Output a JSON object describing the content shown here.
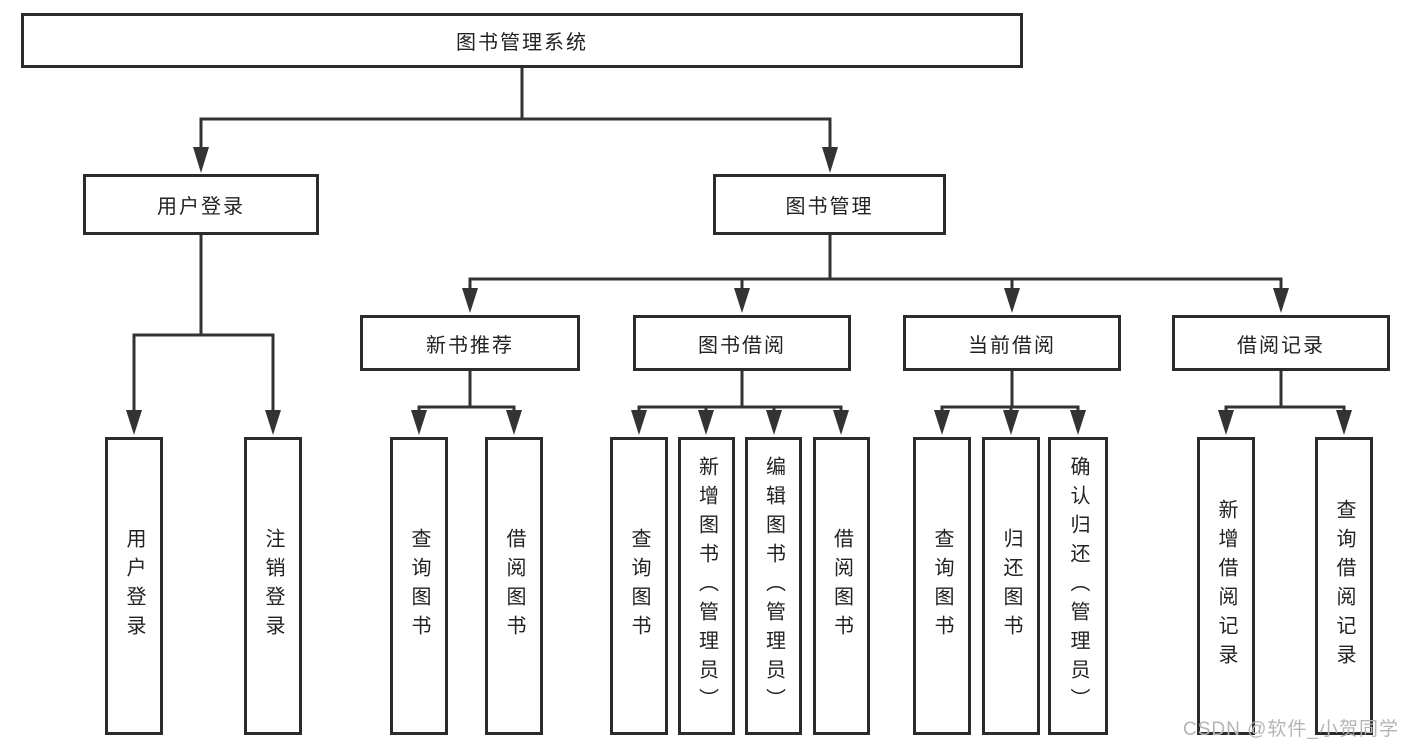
{
  "diagram": {
    "root": "图书管理系统",
    "branches": [
      {
        "label": "用户登录",
        "children": [
          "用户登录",
          "注销登录"
        ]
      },
      {
        "label": "图书管理",
        "sections": [
          {
            "label": "新书推荐",
            "children": [
              "查询图书",
              "借阅图书"
            ]
          },
          {
            "label": "图书借阅",
            "children": [
              "查询图书",
              "新增图书（管理员）",
              "编辑图书（管理员）",
              "借阅图书"
            ]
          },
          {
            "label": "当前借阅",
            "children": [
              "查询图书",
              "归还图书",
              "确认归还（管理员）"
            ]
          },
          {
            "label": "借阅记录",
            "children": [
              "新增借阅记录",
              "查询借阅记录"
            ]
          }
        ]
      }
    ],
    "watermark": "CSDN @软件_小贺同学",
    "colors": {
      "line": "#333333",
      "border": "#2b2b2b",
      "text": "#222222",
      "watermark": "#b5b5b5",
      "background": "#ffffff"
    }
  }
}
